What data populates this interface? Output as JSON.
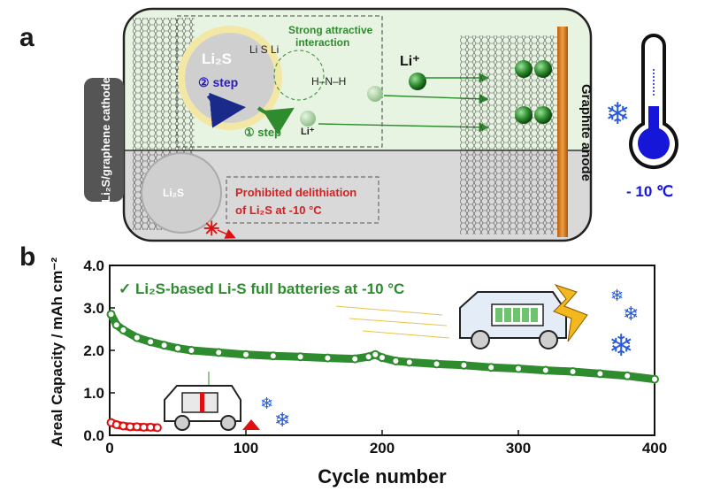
{
  "panel_a": {
    "label": "a",
    "cathode_label": "Li₂S/graphene cathode",
    "anode_label": "Graphite anode",
    "particle_top": "Li₂S",
    "particle_bottom": "Li₂S",
    "attractive_label_1": "Strong attractive",
    "attractive_label_2": "interaction",
    "step2_label": "② step",
    "step1_label": "① step",
    "li_ion_label": "Li⁺",
    "li_small_label": "Li⁺",
    "prohibited_line1": "Prohibited delithiation",
    "prohibited_line2": "of Li₂S at -10 °C",
    "temperature_label": "- 10 ℃",
    "colors": {
      "top_bg": "#e8f4e2",
      "bottom_bg": "#d9d9d9",
      "green_text": "#2e8b2e",
      "red_text": "#d42020",
      "blue": "#1616d8",
      "anode": "#d97a1c"
    }
  },
  "panel_b": {
    "label": "b",
    "legend_text": "✓ Li₂S-based Li-S full batteries at -10 °C",
    "colors": {
      "green": "#2e8b2e",
      "red": "#e01010"
    },
    "chart_data": {
      "type": "scatter",
      "xlabel": "Cycle number",
      "ylabel": "Areal Capacity / mAh cm⁻²",
      "xlim": [
        0,
        400
      ],
      "ylim": [
        0,
        4
      ],
      "xticks": [
        0,
        100,
        200,
        300,
        400
      ],
      "yticks": [
        0.0,
        1.0,
        2.0,
        3.0,
        4.0
      ],
      "xtick_labels": [
        "0",
        "100",
        "200",
        "300",
        "400"
      ],
      "ytick_labels": [
        "0.0",
        "1.0",
        "2.0",
        "3.0",
        "4.0"
      ],
      "series": [
        {
          "name": "Li₂S-based Li-S full batteries at -10 °C",
          "color": "#2e8b2e",
          "x": [
            1,
            5,
            10,
            20,
            30,
            40,
            50,
            60,
            80,
            100,
            120,
            140,
            160,
            180,
            190,
            195,
            200,
            210,
            220,
            240,
            260,
            280,
            300,
            320,
            340,
            360,
            380,
            400
          ],
          "y": [
            2.85,
            2.6,
            2.48,
            2.3,
            2.2,
            2.12,
            2.05,
            2.0,
            1.95,
            1.9,
            1.87,
            1.85,
            1.82,
            1.8,
            1.85,
            1.9,
            1.83,
            1.75,
            1.72,
            1.68,
            1.65,
            1.6,
            1.57,
            1.53,
            1.5,
            1.45,
            1.4,
            1.32
          ]
        },
        {
          "name": "",
          "color": "#e01010",
          "x": [
            1,
            5,
            10,
            15,
            20,
            25,
            30,
            35
          ],
          "y": [
            0.3,
            0.25,
            0.22,
            0.2,
            0.2,
            0.19,
            0.19,
            0.18
          ]
        }
      ]
    }
  }
}
